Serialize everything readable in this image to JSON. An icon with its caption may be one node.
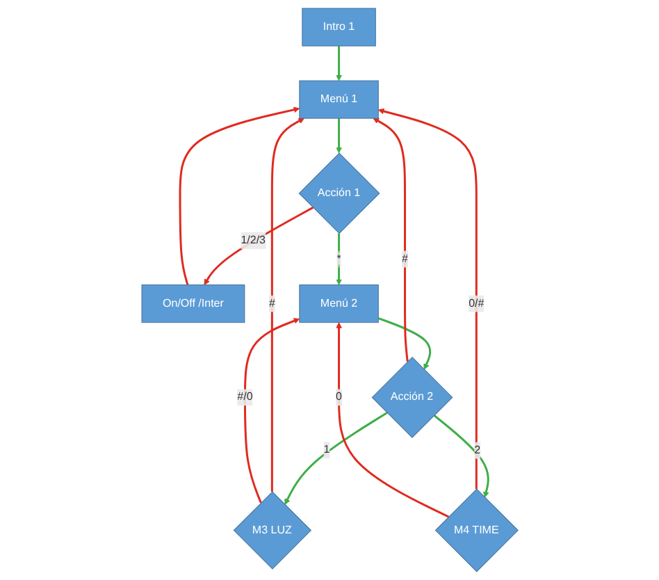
{
  "diagram": {
    "nodes": [
      {
        "text": [
          "Intro 1"
        ]
      },
      {
        "text": [
          "Menú 1"
        ]
      },
      {
        "text": [
          "Acción 1"
        ]
      },
      {
        "text": [
          "On/Off /Inter"
        ]
      },
      {
        "text": [
          "Menú 2"
        ]
      },
      {
        "text": [
          "M3 LUZ"
        ]
      },
      {
        "text": [
          "Acción 2"
        ]
      },
      {
        "text": [
          "M4 TIME"
        ]
      }
    ],
    "edges": [
      {
        "from": 0,
        "to": 1,
        "arrow": "to",
        "color": "#3fae49"
      },
      {
        "from": 1,
        "to": 2,
        "arrow": "to",
        "color": "#3fae49"
      },
      {
        "from": 2,
        "to": 3,
        "arrow": "to",
        "label": "1/2/3"
      },
      {
        "from": 2,
        "to": 4,
        "arrow": "to",
        "label": "*",
        "color": "#3fae49"
      },
      {
        "from": 3,
        "to": 1,
        "arrow": "to"
      },
      {
        "from": 4,
        "to": 6,
        "arrow": "to",
        "color": "#3fae49"
      },
      {
        "from": 6,
        "to": 5,
        "arrow": "to",
        "label": "1",
        "color": "#3fae49"
      },
      {
        "from": 6,
        "to": 1,
        "arrow": "to",
        "label": "#"
      },
      {
        "from": 6,
        "to": 7,
        "arrow": "to",
        "label": "2",
        "color": "#3fae49"
      },
      {
        "from": 5,
        "to": 1,
        "arrow": "to",
        "label": "#"
      },
      {
        "from": 5,
        "to": 4,
        "arrow": "to",
        "label": "#/0"
      },
      {
        "from": 7,
        "to": 1,
        "arrow": "to",
        "label": "0/#"
      },
      {
        "from": 7,
        "to": 4,
        "arrow": "to",
        "label": "0"
      }
    ]
  }
}
